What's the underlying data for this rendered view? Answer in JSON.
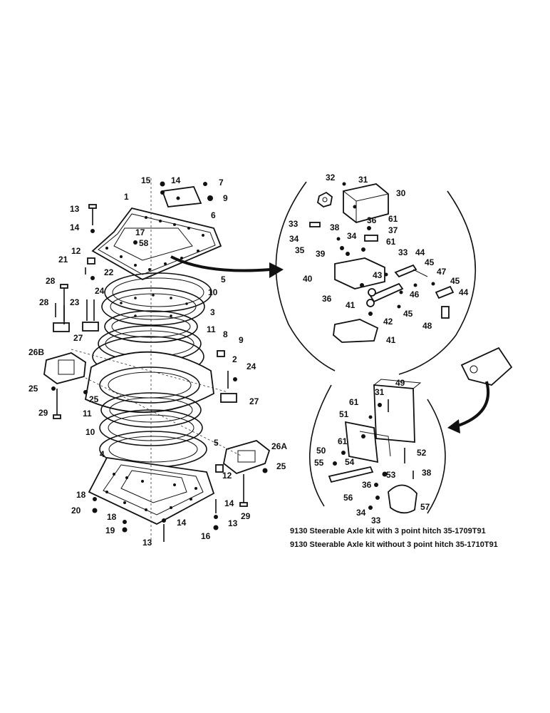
{
  "labels": {
    "l1": "1",
    "l2": "2",
    "l3": "3",
    "l4": "4",
    "l5a": "5",
    "l5b": "5",
    "l6": "6",
    "l7": "7",
    "l8": "8",
    "l9a": "9",
    "l9b": "9",
    "l10a": "10",
    "l10b": "10",
    "l11a": "11",
    "l11b": "11",
    "l12a": "12",
    "l12b": "12",
    "l13a": "13",
    "l13b": "13",
    "l13c": "13",
    "l14a": "14",
    "l14b": "14",
    "l14c": "14",
    "l14d": "14",
    "l15": "15",
    "l16": "16",
    "l17": "17",
    "l18a": "18",
    "l18b": "18",
    "l19": "19",
    "l20": "20",
    "l21": "21",
    "l22": "22",
    "l23": "23",
    "l24a": "24",
    "l24b": "24",
    "l25a": "25",
    "l25b": "25",
    "l25c": "25",
    "l26a": "26A",
    "l26b": "26B",
    "l27a": "27",
    "l27b": "27",
    "l28a": "28",
    "l28b": "28",
    "l29a": "29",
    "l29b": "29",
    "l58": "58",
    "r30": "30",
    "r31": "31",
    "r32": "32",
    "r33a": "33",
    "r33b": "33",
    "r34": "34",
    "r34b": "34",
    "r35": "35",
    "r36": "36",
    "r36b": "36",
    "r37": "37",
    "r38": "38",
    "r39": "39",
    "r40": "40",
    "r41a": "41",
    "r41b": "41",
    "r42": "42",
    "r43": "43",
    "r44a": "44",
    "r44b": "44",
    "r45a": "45",
    "r45b": "45",
    "r45c": "45",
    "r46": "46",
    "r47": "47",
    "r48": "48",
    "r61a": "61",
    "r61b": "61",
    "b31": "31",
    "b33": "33",
    "b34": "34",
    "b36": "36",
    "b38": "38",
    "b49": "49",
    "b50": "50",
    "b51": "51",
    "b52": "52",
    "b53": "53",
    "b54": "54",
    "b55": "55",
    "b56": "56",
    "b57": "57",
    "b61a": "61",
    "b61b": "61"
  },
  "captions": {
    "with_hitch": "9130 Steerable Axle kit with 3 point hitch 35-1709T91",
    "without_hitch": "9130 Steerable Axle kit without 3 point hitch 35-1710T91"
  }
}
